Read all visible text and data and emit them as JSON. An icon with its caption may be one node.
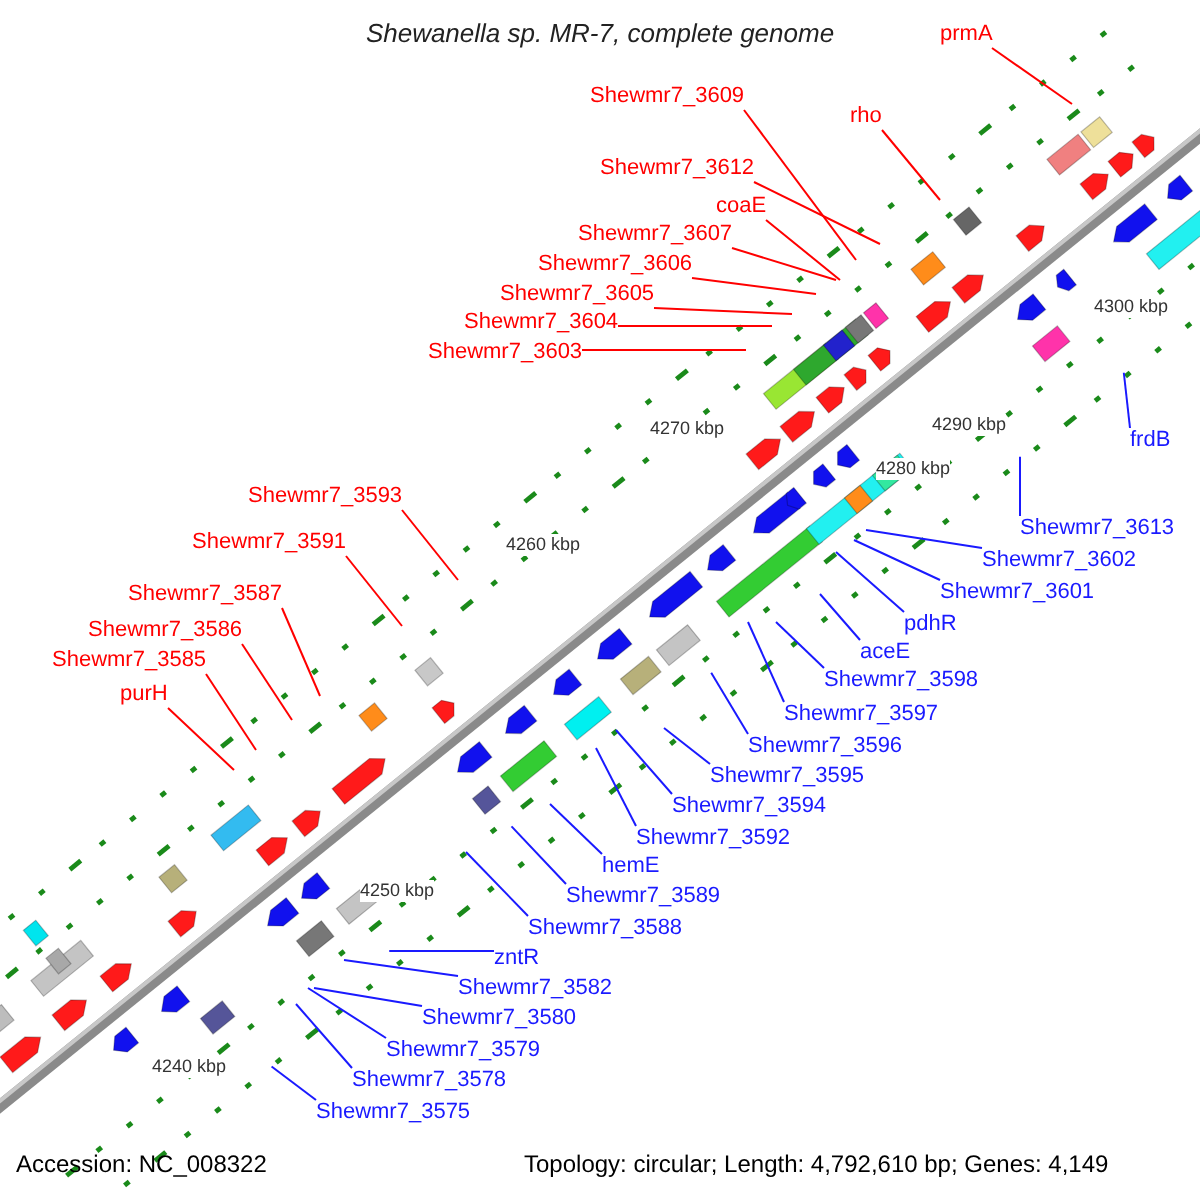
{
  "diagram": {
    "title": "Shewanella sp. MR-7, complete genome",
    "nodes": [
      {
        "text": [
          "prmA"
        ]
      },
      {
        "text": [
          "Shewmr7_3609"
        ]
      },
      {
        "text": [
          "rho"
        ]
      },
      {
        "text": [
          "Shewmr7_3612"
        ]
      },
      {
        "text": [
          "coaE"
        ]
      },
      {
        "text": [
          "Shewmr7_3607"
        ]
      },
      {
        "text": [
          "Shewmr7_3606"
        ]
      },
      {
        "text": [
          "Shewmr7_3605"
        ]
      },
      {
        "text": [
          "Shewmr7_3604"
        ]
      },
      {
        "text": [
          "Shewmr7_3603"
        ]
      },
      {
        "text": [
          "frdB"
        ]
      },
      {
        "text": [
          "Shewmr7_3593"
        ]
      },
      {
        "text": [
          "Shewmr7_3613"
        ]
      },
      {
        "text": [
          "Shewmr7_3591"
        ]
      },
      {
        "text": [
          "Shewmr7_3602"
        ]
      },
      {
        "text": [
          "Shewmr7_3601"
        ]
      },
      {
        "text": [
          "Shewmr7_3587"
        ]
      },
      {
        "text": [
          "pdhR"
        ]
      },
      {
        "text": [
          "Shewmr7_3586"
        ]
      },
      {
        "text": [
          "aceE"
        ]
      },
      {
        "text": [
          "Shewmr7_3585"
        ]
      },
      {
        "text": [
          "Shewmr7_3598"
        ]
      },
      {
        "text": [
          "purH"
        ]
      },
      {
        "text": [
          "Shewmr7_3597"
        ]
      },
      {
        "text": [
          "Shewmr7_3596"
        ]
      },
      {
        "text": [
          "Shewmr7_3595"
        ]
      },
      {
        "text": [
          "Shewmr7_3594"
        ]
      },
      {
        "text": [
          "Shewmr7_3592"
        ]
      },
      {
        "text": [
          "hemE"
        ]
      },
      {
        "text": [
          "Shewmr7_3589"
        ]
      },
      {
        "text": [
          "Shewmr7_3588"
        ]
      },
      {
        "text": [
          "zntR"
        ]
      },
      {
        "text": [
          "Shewmr7_3582"
        ]
      },
      {
        "text": [
          "Shewmr7_3580"
        ]
      },
      {
        "text": [
          "Shewmr7_3579"
        ]
      },
      {
        "text": [
          "Shewmr7_3578"
        ]
      },
      {
        "text": [
          "Shewmr7_3575"
        ]
      }
    ],
    "edges": [
      {
        "from": 0,
        "to": null,
        "arrow": "none",
        "color": "#ff0000"
      },
      {
        "from": 1,
        "to": null,
        "arrow": "none",
        "color": "#ff0000"
      },
      {
        "from": 2,
        "to": null,
        "arrow": "none",
        "color": "#ff0000"
      },
      {
        "from": 3,
        "to": null,
        "arrow": "none",
        "color": "#ff0000"
      },
      {
        "from": 4,
        "to": null,
        "arrow": "none",
        "color": "#ff0000"
      },
      {
        "from": 5,
        "to": null,
        "arrow": "none",
        "color": "#ff0000"
      },
      {
        "from": 6,
        "to": null,
        "arrow": "none",
        "color": "#ff0000"
      },
      {
        "from": 7,
        "to": null,
        "arrow": "none",
        "color": "#ff0000"
      },
      {
        "from": 8,
        "to": null,
        "arrow": "none",
        "color": "#ff0000"
      },
      {
        "from": 9,
        "to": null,
        "arrow": "none",
        "color": "#ff0000"
      },
      {
        "from": 10,
        "to": null,
        "arrow": "none"
      },
      {
        "from": 11,
        "to": null,
        "arrow": "none",
        "color": "#ff0000"
      },
      {
        "from": 12,
        "to": null,
        "arrow": "none"
      },
      {
        "from": 13,
        "to": null,
        "arrow": "none",
        "color": "#ff0000"
      },
      {
        "from": 14,
        "to": null,
        "arrow": "none"
      },
      {
        "from": 15,
        "to": null,
        "arrow": "none"
      },
      {
        "from": 16,
        "to": null,
        "arrow": "none",
        "color": "#ff0000"
      },
      {
        "from": 17,
        "to": null,
        "arrow": "none"
      },
      {
        "from": 18,
        "to": null,
        "arrow": "none",
        "color": "#ff0000"
      },
      {
        "from": 19,
        "to": null,
        "arrow": "none"
      },
      {
        "from": 20,
        "to": null,
        "arrow": "none",
        "color": "#ff0000"
      },
      {
        "from": 21,
        "to": null,
        "arrow": "none"
      },
      {
        "from": 22,
        "to": null,
        "arrow": "none",
        "color": "#ff0000"
      },
      {
        "from": 23,
        "to": null,
        "arrow": "none"
      },
      {
        "from": 24,
        "to": null,
        "arrow": "none"
      },
      {
        "from": 25,
        "to": null,
        "arrow": "none"
      },
      {
        "from": 26,
        "to": null,
        "arrow": "none"
      },
      {
        "from": 27,
        "to": null,
        "arrow": "none"
      },
      {
        "from": 28,
        "to": null,
        "arrow": "none"
      },
      {
        "from": 29,
        "to": null,
        "arrow": "none"
      },
      {
        "from": 30,
        "to": null,
        "arrow": "none"
      },
      {
        "from": 31,
        "to": null,
        "arrow": "none"
      },
      {
        "from": 32,
        "to": null,
        "arrow": "none"
      },
      {
        "from": 33,
        "to": null,
        "arrow": "none"
      },
      {
        "from": 34,
        "to": null,
        "arrow": "none"
      },
      {
        "from": 35,
        "to": null,
        "arrow": "none"
      },
      {
        "from": 36,
        "to": null,
        "arrow": "none"
      }
    ],
    "labels": [
      "4300 kbp",
      "4290 kbp",
      "4280 kbp",
      "4270 kbp",
      "4260 kbp",
      "4250 kbp",
      "4240 kbp",
      "Accession: NC_008322",
      "Topology: circular; Length: 4,792,610 bp; Genes: 4,149"
    ]
  }
}
